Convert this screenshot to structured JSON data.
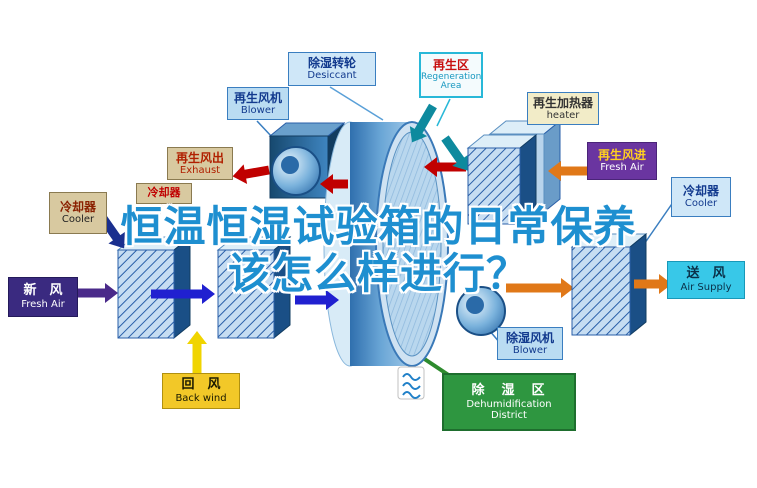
{
  "title": {
    "line1": "恒温恒湿试验箱的日常保养",
    "line2": "该怎么样进行？"
  },
  "labels": {
    "desiccant": {
      "zh": "除湿转轮",
      "en": "Desiccant"
    },
    "regeneration_area": {
      "zh": "再生区",
      "en": "Regeneration Area"
    },
    "regen_blower": {
      "zh": "再生风机",
      "en": "Blower"
    },
    "regen_heater": {
      "zh": "再生加热器",
      "en": "heater"
    },
    "exhaust": {
      "zh": "再生风出",
      "en": "Exhaust"
    },
    "regen_fresh_air": {
      "zh": "再生风进",
      "en": "Fresh Air"
    },
    "cooler_left": {
      "zh": "冷却器",
      "en": "Cooler"
    },
    "cooler_small": {
      "zh": "冷却器"
    },
    "cooler_right": {
      "zh": "冷却器",
      "en": "Cooler"
    },
    "fresh_air": {
      "zh": "新　风",
      "en": "Fresh Air"
    },
    "back_wind": {
      "zh": "回　风",
      "en": "Back wind"
    },
    "air_supply": {
      "zh": "送　风",
      "en": "Air Supply"
    },
    "dehumid_blower": {
      "zh": "除湿风机",
      "en": "Blower"
    },
    "dehumid_district": {
      "zh": "除　湿　区",
      "en_line1": "Dehumidification",
      "en_line2": "District"
    }
  },
  "icons": {
    "drain_icon": "≈"
  },
  "colors": {
    "title_blue": "#1e8fd0",
    "arrow_blue": "#2020d0",
    "arrow_red": "#c00000",
    "arrow_orange": "#e07818",
    "arrow_purple": "#4a2a8a",
    "arrow_yellow": "#f0d400",
    "arrow_teal": "#0e8a9e",
    "arrow_navy": "#1a2f8e",
    "label_purple": "#6a35a0",
    "label_yellow": "#f2c828",
    "label_cyan": "#38c8e8",
    "label_green": "#2e9640",
    "label_tan": "#d8c9a0",
    "label_lightblue": "#badcf2"
  }
}
